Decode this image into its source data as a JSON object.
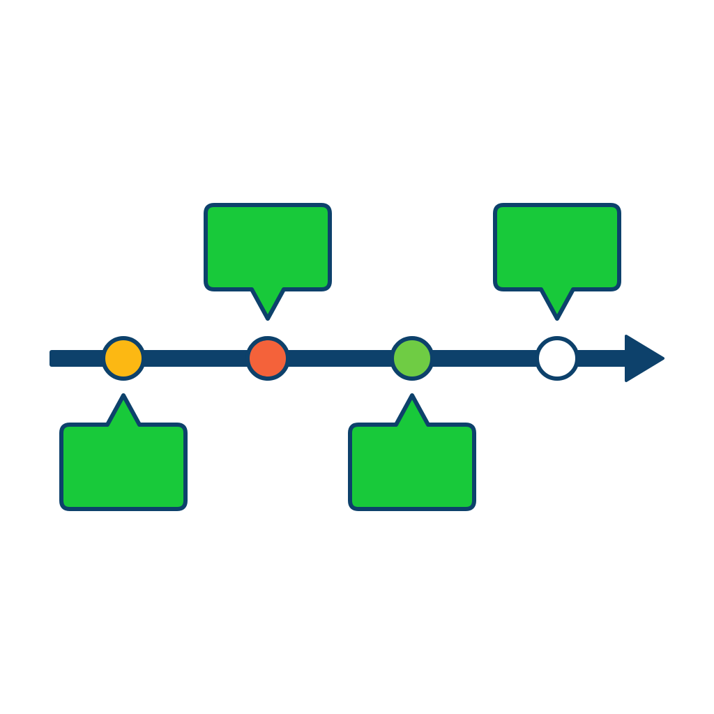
{
  "colors": {
    "outline": "#0d416b",
    "callout_fill": "#18c93a",
    "background": "#ffffff"
  },
  "timeline": {
    "milestones": [
      {
        "id": "m1",
        "color": "#fcb813",
        "callout": "below",
        "label": ""
      },
      {
        "id": "m2",
        "color": "#f4623a",
        "callout": "above",
        "label": ""
      },
      {
        "id": "m3",
        "color": "#6fcc44",
        "callout": "below",
        "label": ""
      },
      {
        "id": "m4",
        "color": "#ffffff",
        "callout": "above",
        "label": ""
      }
    ]
  }
}
